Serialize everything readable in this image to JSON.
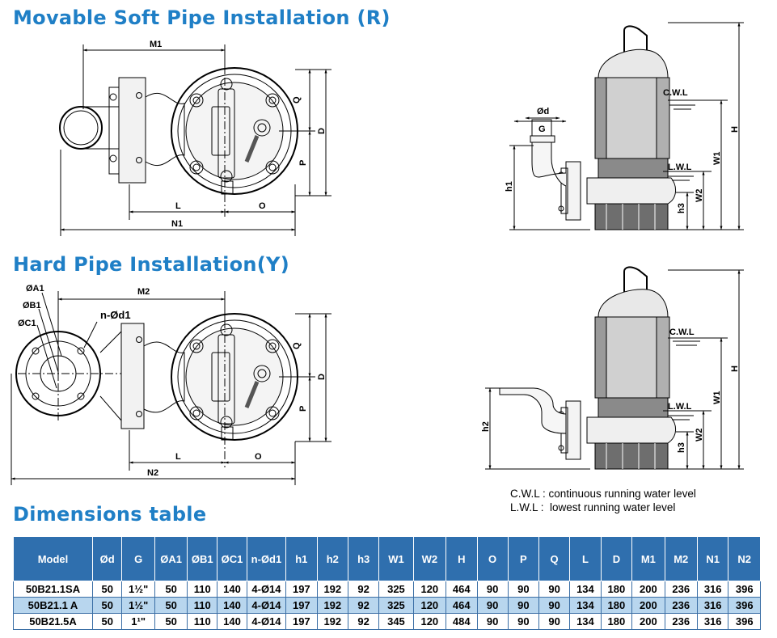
{
  "headings": {
    "soft": "Movable Soft Pipe Installation (R)",
    "hard": "Hard Pipe Installation(Y)",
    "table": "Dimensions table"
  },
  "labels": {
    "m1": "M1",
    "m2": "M2",
    "q": "Q",
    "p": "P",
    "d": "D",
    "l": "L",
    "o": "O",
    "n1": "N1",
    "n2": "N2",
    "od": "Ød",
    "g": "G",
    "h": "H",
    "h1": "h1",
    "h2": "h2",
    "h3": "h3",
    "w1": "W1",
    "w2": "W2",
    "cwl": "C.W.L",
    "lwl": "L.W.L",
    "a1": "ØA1",
    "b1": "ØB1",
    "c1": "ØC1",
    "nd1": "n-Ød1"
  },
  "legend": {
    "cwl": "C.W.L : continuous running water level",
    "lwl": "L.W.L :  lowest running water level"
  },
  "table": {
    "headers": [
      "Model",
      "Ød",
      "G",
      "ØA1",
      "ØB1",
      "ØC1",
      "n-Ød1",
      "h1",
      "h2",
      "h3",
      "W1",
      "W2",
      "H",
      "O",
      "P",
      "Q",
      "L",
      "D",
      "M1",
      "M2",
      "N1",
      "N2"
    ],
    "rows": [
      [
        "50B21.1SA",
        "50",
        "1½\"",
        "50",
        "110",
        "140",
        "4-Ø14",
        "197",
        "192",
        "92",
        "325",
        "120",
        "464",
        "90",
        "90",
        "90",
        "134",
        "180",
        "200",
        "236",
        "316",
        "396"
      ],
      [
        "50B21.1 A",
        "50",
        "1½\"",
        "50",
        "110",
        "140",
        "4-Ø14",
        "197",
        "192",
        "92",
        "325",
        "120",
        "464",
        "90",
        "90",
        "90",
        "134",
        "180",
        "200",
        "236",
        "316",
        "396"
      ],
      [
        "50B21.5A",
        "50",
        "1¹\"",
        "50",
        "110",
        "140",
        "4-Ø14",
        "197",
        "192",
        "92",
        "345",
        "120",
        "484",
        "90",
        "90",
        "90",
        "134",
        "180",
        "200",
        "236",
        "316",
        "396"
      ]
    ]
  },
  "colors": {
    "heading": "#1f7fc6",
    "table_header": "#2f6fae",
    "table_alt_row": "#b8d6ee"
  }
}
